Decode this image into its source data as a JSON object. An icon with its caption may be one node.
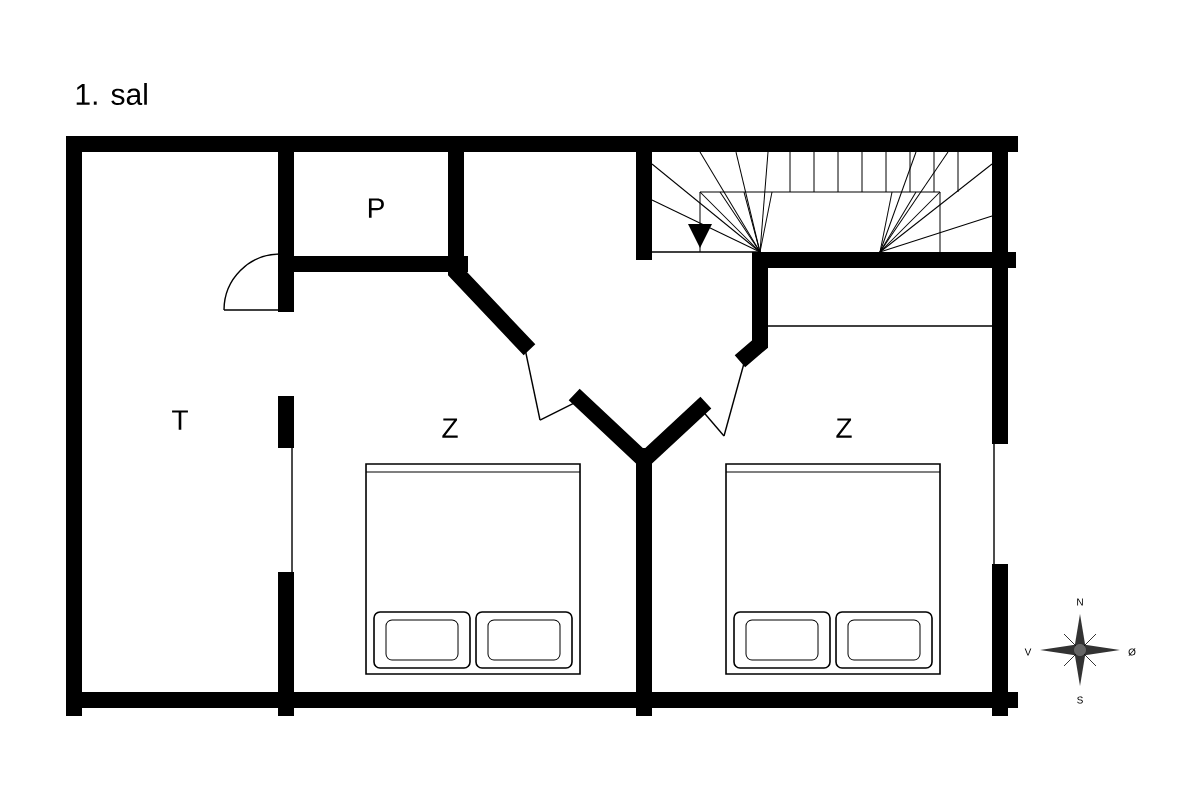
{
  "diagram": {
    "title": "1. sal",
    "labels": [
      "P",
      "T",
      "Z",
      "Z",
      "N",
      "V",
      "Ø",
      "S"
    ]
  }
}
